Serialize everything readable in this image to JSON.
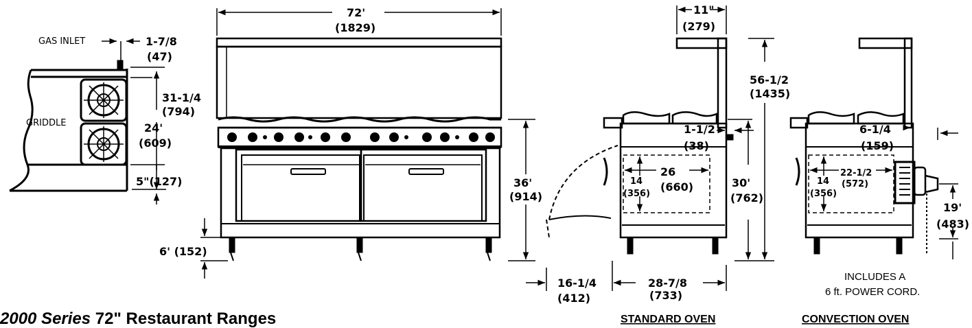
{
  "griddle_detail": {
    "gas_inlet": "GAS INLET",
    "inlet_offset": "1-7/8",
    "inlet_offset_mm": "(47)",
    "height": "31-1/4",
    "height_mm": "(794)",
    "griddle_label": "GRIDDLE",
    "width": "24'",
    "width_mm": "(609)",
    "base": "5\"(127)"
  },
  "front_view": {
    "overall_width": "72'",
    "overall_width_mm": "(1829)",
    "height": "36'",
    "height_mm": "(914)",
    "leg_height": "6' (152)"
  },
  "standard_oven": {
    "caption": "STANDARD OVEN",
    "top_depth": "11\"",
    "top_depth_mm": "(279)",
    "overall_height": "56-1/2",
    "overall_height_mm": "(1435)",
    "gas_offset": "1-1/2",
    "gas_offset_mm": "(38)",
    "interior_depth": "26",
    "interior_depth_mm": "(660)",
    "interior_height": "14",
    "interior_height_mm": "(356)",
    "working_height": "30'",
    "working_height_mm": "(762)",
    "door_swing": "16-1/4",
    "door_swing_mm": "(412)",
    "depth": "28-7/8",
    "depth_mm": "(733)"
  },
  "convection_oven": {
    "caption": "CONVECTION OVEN",
    "motor_offset": "6-1/4",
    "motor_offset_mm": "(159)",
    "interior_depth": "22-1/2",
    "interior_depth_mm": "(572)",
    "interior_height": "14",
    "interior_height_mm": "(356)",
    "cord_height": "19'",
    "cord_height_mm": "(483)",
    "cord_note_line1": "INCLUDES A",
    "cord_note_line2": "6 ft. POWER CORD."
  },
  "series_title": {
    "series": "2000 Series",
    "rest": " 72\" Restaurant Ranges"
  }
}
